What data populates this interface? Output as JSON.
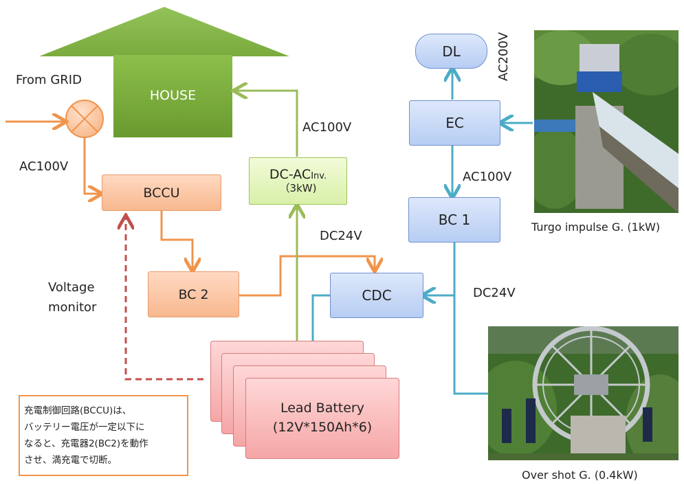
{
  "house": {
    "label": "HOUSE"
  },
  "grid": {
    "from_label": "From  GRID",
    "ac_label": "AC100V"
  },
  "bccu": {
    "label": "BCCU"
  },
  "bc2": {
    "label": "BC 2"
  },
  "inverter": {
    "line1": "DC-AC",
    "line1_small": "Inv.",
    "line2": "（3kW)"
  },
  "house_feed": {
    "label": "AC100V"
  },
  "dc24_left": {
    "label": "DC24V"
  },
  "cdc": {
    "label": "CDC"
  },
  "dl": {
    "label": "DL"
  },
  "ec": {
    "label": "EC"
  },
  "ac200": {
    "label": "AC200V"
  },
  "ec_to_bc1": {
    "label": "AC100V"
  },
  "bc1": {
    "label": "BC 1"
  },
  "dc24_right": {
    "label": "DC24V"
  },
  "voltage_monitor": {
    "line1": "Voltage",
    "line2": "monitor"
  },
  "battery": {
    "line1": "Lead Battery",
    "line2": "(12V*150Ah*6)"
  },
  "note": {
    "lines": [
      "充電制御回路(BCCU)は、",
      "バッテリー電圧が一定以下に",
      "なると、充電器2(BC2)を動作",
      "させ、満充電で切断。"
    ]
  },
  "turgo": {
    "caption": "Turgo impulse G. (1kW)"
  },
  "overshot": {
    "caption": "Over shot G. (0.4kW)"
  },
  "colors": {
    "orange": "#f0944c",
    "green": "#9bbb59",
    "blue": "#4bacc6",
    "house": "#76a83a",
    "dashed": "#c0504d"
  }
}
